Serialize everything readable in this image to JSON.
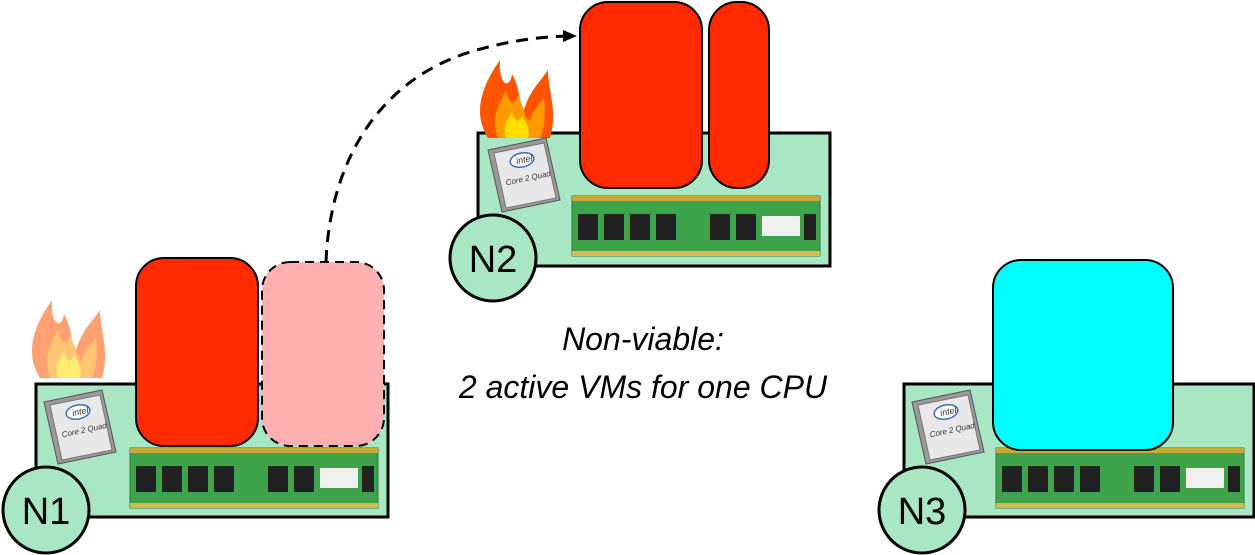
{
  "nodes": [
    {
      "id": "N1",
      "label": "N1",
      "chip_brand": "intel",
      "chip_model": "Core 2 Quad",
      "overheated": true
    },
    {
      "id": "N2",
      "label": "N2",
      "chip_brand": "intel",
      "chip_model": "Core 2 Quad",
      "overheated": true
    },
    {
      "id": "N3",
      "label": "N3",
      "chip_brand": "intel",
      "chip_model": "Core 2 Quad",
      "overheated": false
    }
  ],
  "caption": {
    "line1": "Non-viable:",
    "line2": "2 active VMs for one CPU"
  },
  "colors": {
    "board": "#a8e6c4",
    "node_circle": "#a8e6c4",
    "vm_active": "#ff2a00",
    "vm_migrating": "#ffb0b0",
    "vm_idle": "#00ffff",
    "ram_pcb": "#3ea34a",
    "ram_chip": "#222222",
    "flame_outer": "#ff5500",
    "flame_inner": "#ffdd00"
  }
}
